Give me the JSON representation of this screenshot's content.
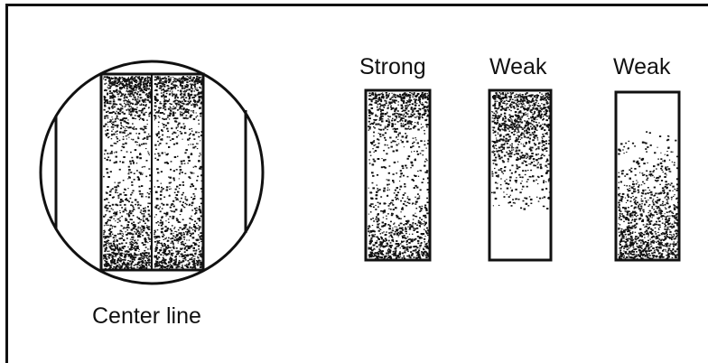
{
  "labels": {
    "center_line": "Center line",
    "strong": "Strong",
    "weak_top": "Weak",
    "weak_bottom": "Weak"
  },
  "colors": {
    "ink": "#111111",
    "background": "#ffffff"
  }
}
